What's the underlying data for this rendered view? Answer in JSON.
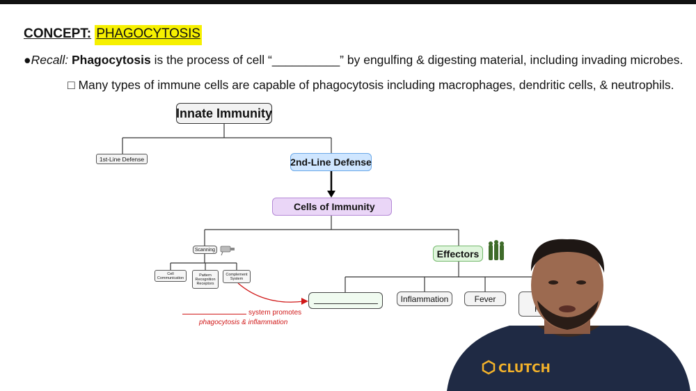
{
  "concept": {
    "label": "CONCEPT:",
    "topic": "PHAGOCYTOSIS"
  },
  "recall": {
    "bullet": "●",
    "lead": "Recall:",
    "term": "Phagocytosis",
    "rest": " is the process of cell “__________” by engulfing & digesting material, including invading microbes."
  },
  "note": {
    "bullet": "□",
    "text": "Many types of immune cells are capable of phagocytosis including macrophages, dendritic cells, & neutrophils."
  },
  "diagram": {
    "root": "Innate Immunity",
    "first_line": "1st-Line Defense",
    "second_line": "2nd-Line Defense",
    "cells_of_immunity": "Cells of Immunity",
    "scanning": "Scanning",
    "scanning_children": [
      "Cell Communication",
      "Pattern Recognition Receptors",
      "Complement System"
    ],
    "effectors": "Effectors",
    "effector_children": [
      "",
      "Inflammation",
      "Fever",
      "Interferon Response"
    ],
    "annotation_line1": "system promotes",
    "annotation_line2": "phagocytosis & inflammation"
  },
  "colors": {
    "highlight": "#f6f000",
    "second_line": "#cfe6ff",
    "cells": "#ead6f7",
    "effectors": "#dff5dc",
    "annotation": "#d01818",
    "shirt": "#1f2a44",
    "logo": "#f3b22a"
  },
  "presenter": {
    "shirt_logo": "CLUTCH"
  }
}
